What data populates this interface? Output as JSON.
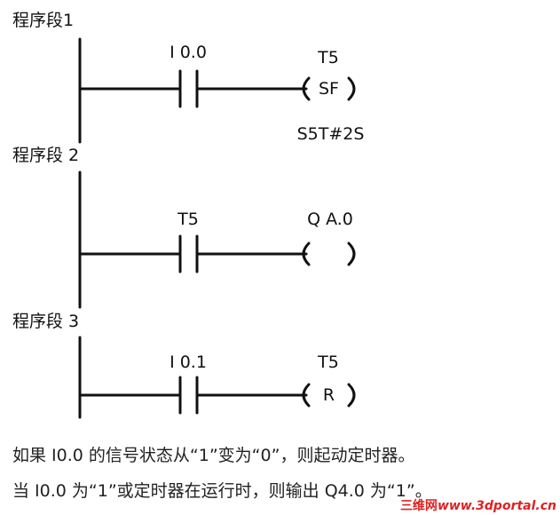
{
  "segments": [
    {
      "title": "程序段1",
      "contact_label": "I 0.0",
      "coil_label": "T5",
      "coil_symbol": "SF",
      "coil_param": "S5T#2S"
    },
    {
      "title": "程序段 2",
      "contact_label": "T5",
      "coil_label": "Q A.0",
      "coil_symbol": ""
    },
    {
      "title": "程序段  3",
      "contact_label": "I 0.1",
      "coil_label": "T5",
      "coil_symbol": "R"
    }
  ],
  "description": {
    "line1": "如果 I0.0 的信号状态从“1”变为“0”，则起动定时器。",
    "line2": "当 I0.0 为“1”或定时器在运行时，则输出 Q4.0 为“1”。"
  },
  "watermark": {
    "cn": "三维网",
    "url": "www.3dportal.cn"
  }
}
